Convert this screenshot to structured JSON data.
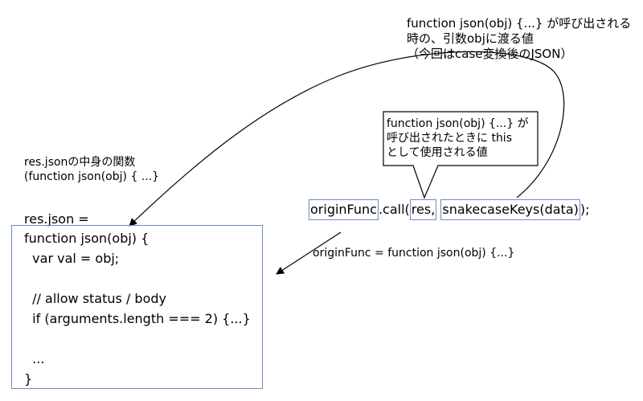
{
  "annotation_top": {
    "lines": [
      "function json(obj) {...} が呼び出される",
      "時の、引数objに渡る値",
      "（今回はcase変換後のJSON）"
    ]
  },
  "annotation_left": {
    "lines": [
      "res.jsonの中身の関数",
      "(function json(obj) { ...}"
    ]
  },
  "code": {
    "title": "res.json =",
    "lines": [
      "function json(obj) {",
      "  var val = obj;",
      "",
      "  // allow status / body",
      "  if (arguments.length === 2) {...}",
      "",
      "  ...",
      "}"
    ]
  },
  "expression": {
    "origin_func": "originFunc",
    "call": ".call(",
    "arg1": "res,",
    "space": " ",
    "arg2": "snakecaseKeys(data)",
    "close": ");"
  },
  "callout": {
    "lines": [
      "function json(obj) {...}  が",
      "呼び出されたときに this",
      "として使用される値"
    ]
  },
  "annotation_origin": {
    "text": "originFunc = function json(obj) {...}"
  },
  "colors": {
    "box_border": "#6c8ebf",
    "line": "#000000"
  }
}
